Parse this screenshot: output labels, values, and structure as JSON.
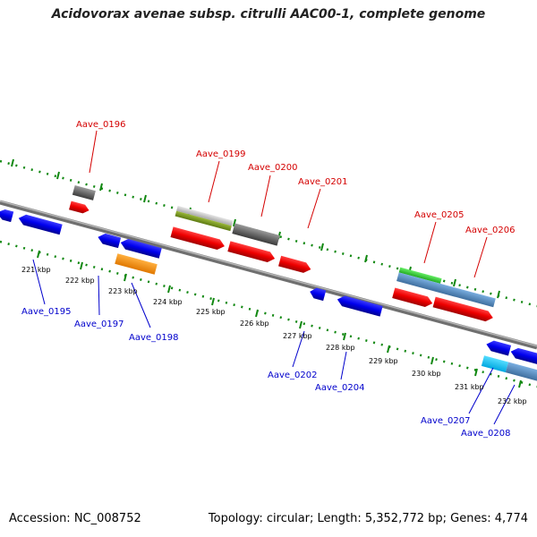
{
  "title": "Acidovorax avenae subsp. citrulli AAC00-1, complete genome",
  "footer": {
    "accession": "Accession: NC_008752",
    "topology": "Topology: circular; Length: 5,352,772 bp; Genes: 4,774"
  },
  "colors": {
    "top_label": "#d40000",
    "bottom_label": "#0000cc",
    "ticks": "#118811",
    "backbone": "#7a7a7a"
  },
  "kbp_labels": [
    "221 kbp",
    "222 kbp",
    "223 kbp",
    "224 kbp",
    "225 kbp",
    "226 kbp",
    "227 kbp",
    "228 kbp",
    "229 kbp",
    "230 kbp",
    "231 kbp",
    "232 kbp"
  ],
  "top_gene_labels": [
    "Aave_0196",
    "Aave_0199",
    "Aave_0200",
    "Aave_0201",
    "Aave_0205",
    "Aave_0206"
  ],
  "bottom_gene_labels": [
    "Aave_0195",
    "Aave_0197",
    "Aave_0198",
    "Aave_0202",
    "Aave_0204",
    "Aave_0207",
    "Aave_0208"
  ]
}
